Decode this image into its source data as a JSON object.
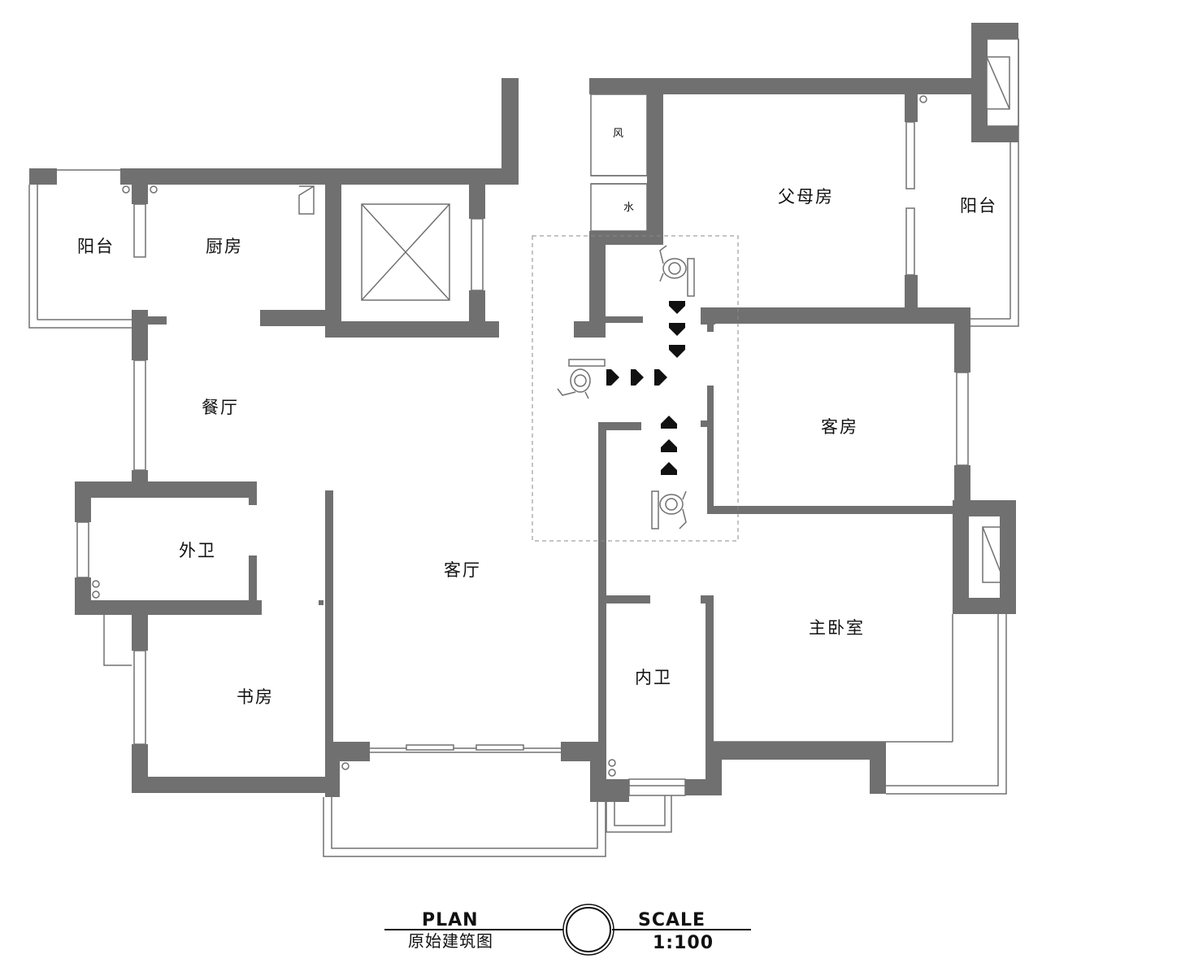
{
  "rooms": {
    "balcony_west": "阳台",
    "kitchen": "厨房",
    "dining": "餐厅",
    "guest_wc": "外卫",
    "study": "书房",
    "living": "客厅",
    "parents_room": "父母房",
    "balcony_east": "阳台",
    "guest_room": "客房",
    "master_bedroom": "主卧室",
    "ensuite_wc": "内卫"
  },
  "shafts": {
    "air": "风",
    "water": "水"
  },
  "title_block": {
    "plan_label": "PLAN",
    "plan_subtitle": "原始建筑图",
    "scale_label": "SCALE",
    "scale_value": "1:100"
  },
  "colors": {
    "wall": "#707070",
    "ink": "#111111",
    "background": "#ffffff"
  }
}
